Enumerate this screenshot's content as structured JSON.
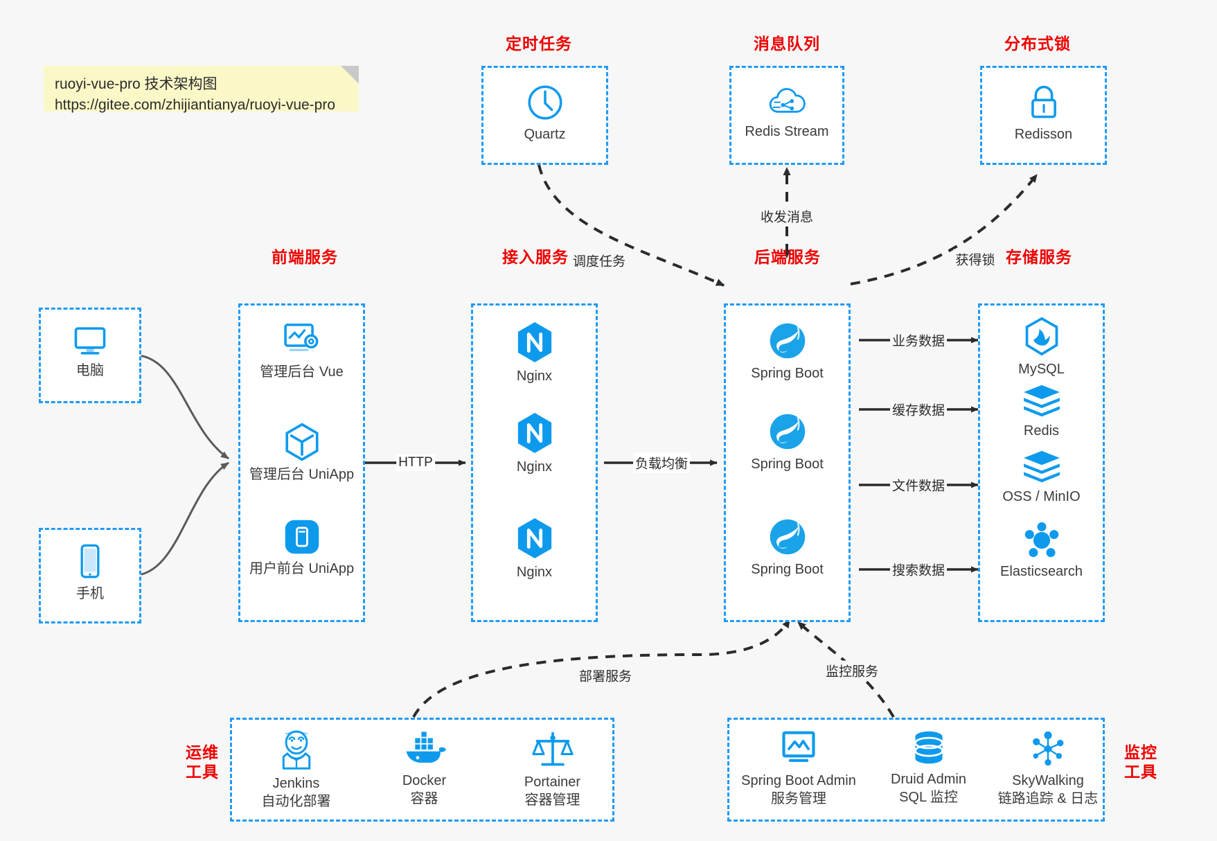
{
  "note": {
    "line1": "ruoyi-vue-pro 技术架构图",
    "line2": "https://gitee.com/zhijiantianya/ruoyi-vue-pro"
  },
  "sections": {
    "scheduled_task": "定时任务",
    "message_queue": "消息队列",
    "distributed_lock": "分布式锁",
    "frontend_service": "前端服务",
    "access_service": "接入服务",
    "backend_service": "后端服务",
    "storage_service": "存储服务",
    "devops_tools_l1": "运维",
    "devops_tools_l2": "工具",
    "monitor_tools_l1": "监控",
    "monitor_tools_l2": "工具"
  },
  "nodes": {
    "quartz": "Quartz",
    "redis_stream": "Redis Stream",
    "redisson": "Redisson",
    "computer": "电脑",
    "phone": "手机",
    "admin_vue": "管理后台 Vue",
    "admin_uniapp": "管理后台 UniApp",
    "user_uniapp": "用户前台 UniApp",
    "nginx1": "Nginx",
    "nginx2": "Nginx",
    "nginx3": "Nginx",
    "springboot1": "Spring Boot",
    "springboot2": "Spring Boot",
    "springboot3": "Spring Boot",
    "mysql": "MySQL",
    "redis": "Redis",
    "oss_minio": "OSS / MinIO",
    "elasticsearch": "Elasticsearch",
    "jenkins": "Jenkins",
    "jenkins_sub": "自动化部署",
    "docker": "Docker",
    "docker_sub": "容器",
    "portainer": "Portainer",
    "portainer_sub": "容器管理",
    "sba": "Spring Boot Admin",
    "sba_sub": "服务管理",
    "druid": "Druid Admin",
    "druid_sub": "SQL 监控",
    "skywalking": "SkyWalking",
    "skywalking_sub": "链路追踪 & 日志"
  },
  "edges": {
    "schedule_task": "调度任务",
    "send_recv_msg": "收发消息",
    "acquire_lock": "获得锁",
    "http": "HTTP",
    "load_balance": "负载均衡",
    "business_data": "业务数据",
    "cache_data": "缓存数据",
    "file_data": "文件数据",
    "search_data": "搜索数据",
    "deploy_service": "部署服务",
    "monitor_service": "监控服务"
  },
  "colors": {
    "accent": "#1f9af5",
    "caption": "#ef0000",
    "icon_blue": "#0d9aed",
    "note_bg": "#fbf8c8",
    "page_bg": "#f7f7f7",
    "edge": "#2b2b2b"
  },
  "icons": {
    "quartz": "clock-icon",
    "redis_stream": "cloud-stream-icon",
    "redisson": "lock-icon",
    "computer": "monitor-icon",
    "phone": "smartphone-icon",
    "admin_vue": "dashboard-gear-icon",
    "admin_uniapp": "cube-icon",
    "user_uniapp": "mobile-app-icon",
    "nginx": "nginx-hex-icon",
    "springboot": "spring-leaf-icon",
    "mysql": "mysql-dolphin-icon",
    "redis": "redis-stack-icon",
    "oss_minio": "storage-stack-icon",
    "elasticsearch": "elasticsearch-icon",
    "jenkins": "jenkins-butler-icon",
    "docker": "docker-whale-icon",
    "portainer": "scales-icon",
    "sba": "monitor-chart-icon",
    "druid": "database-icon",
    "skywalking": "network-nodes-icon"
  }
}
